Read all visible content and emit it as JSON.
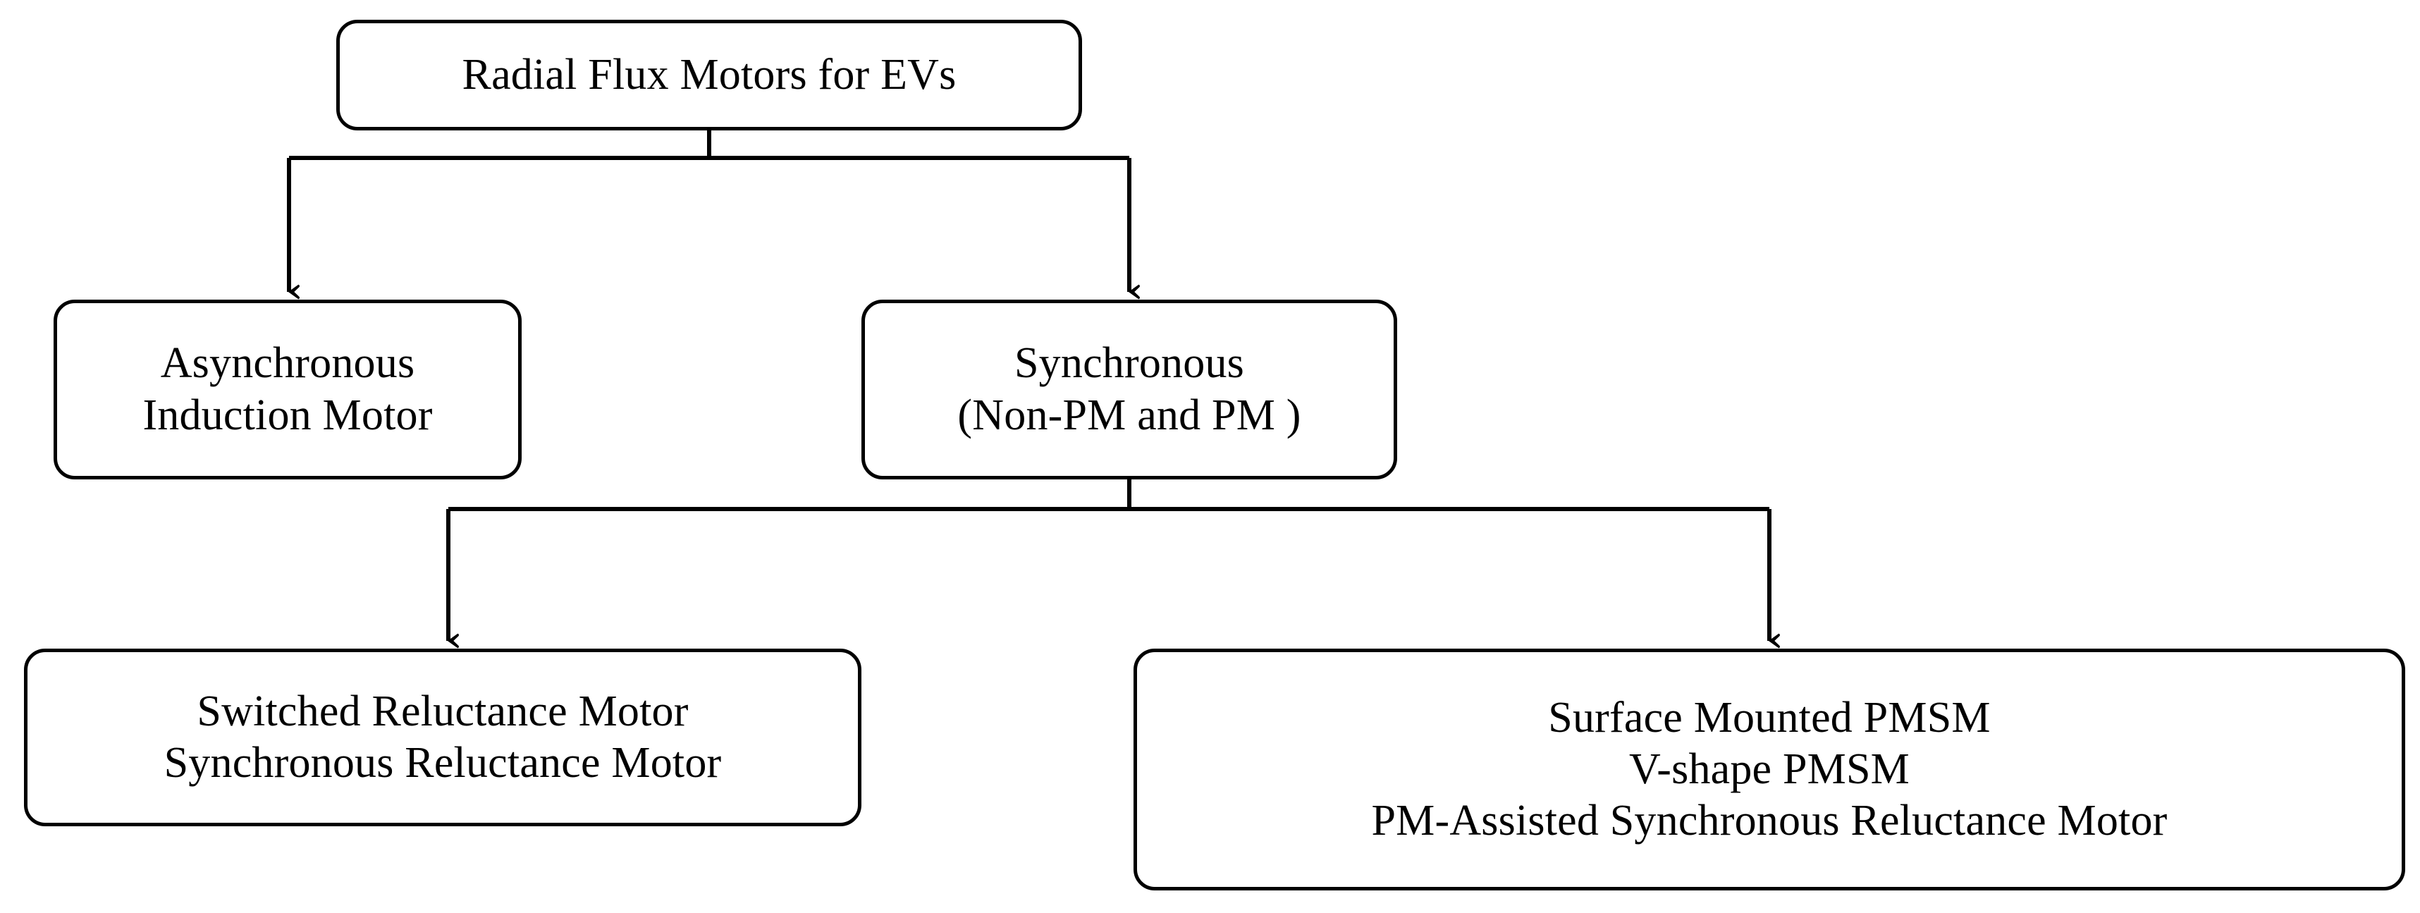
{
  "diagram": {
    "title": "Radial Flux Motors for EVs",
    "type": "tree-hierarchy",
    "orientation": "top-down",
    "colors": {
      "background": "#ffffff",
      "stroke": "#000000",
      "text": "#000000",
      "fill": "#ffffff"
    },
    "nodes": {
      "root": {
        "label": "Radial Flux Motors for EVs",
        "lines": [
          "Radial Flux Motors for EVs"
        ],
        "level": 1
      },
      "asynchronous": {
        "label": "Asynchronous Induction Motor",
        "lines": [
          "Asynchronous",
          "Induction Motor"
        ],
        "level": 2
      },
      "synchronous": {
        "label": "Synchronous (Non-PM and PM )",
        "lines": [
          "Synchronous",
          "(Non-PM and PM )"
        ],
        "level": 2
      },
      "reluctance": {
        "label": "Switched Reluctance Motor / Synchronous Reluctance Motor",
        "lines": [
          "Switched Reluctance Motor",
          "Synchronous Reluctance Motor"
        ],
        "level": 3
      },
      "pmsm": {
        "label": "Surface Mounted PMSM / V-shape PMSM / PM-Assisted Synchronous Reluctance Motor",
        "lines": [
          "Surface Mounted PMSM",
          "V-shape PMSM",
          "PM-Assisted Synchronous Reluctance Motor"
        ],
        "level": 3
      }
    },
    "edges": [
      {
        "from": "root",
        "to": "asynchronous",
        "arrow": "end"
      },
      {
        "from": "root",
        "to": "synchronous",
        "arrow": "end"
      },
      {
        "from": "synchronous",
        "to": "reluctance",
        "arrow": "end"
      },
      {
        "from": "synchronous",
        "to": "pmsm",
        "arrow": "end"
      }
    ]
  }
}
